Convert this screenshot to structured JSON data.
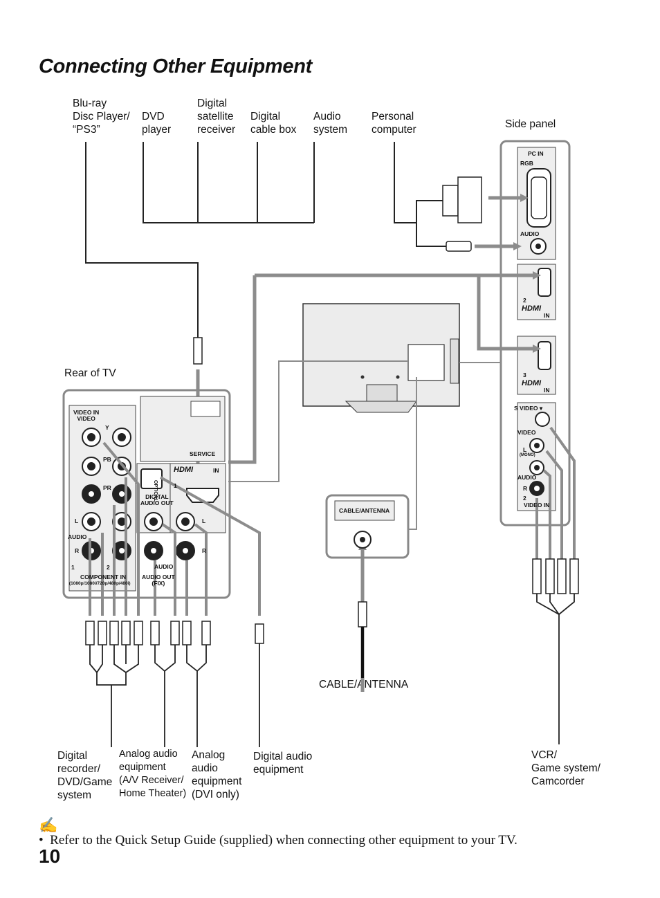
{
  "page": {
    "title": "Connecting Other Equipment",
    "page_number": "10",
    "note": "Refer to the Quick Setup Guide (supplied) when connecting other equipment to your TV.",
    "note_bullet": "•"
  },
  "devices_top": {
    "bluray": "Blu-ray\nDisc Player/\n“PS3”",
    "dvd": "DVD\nplayer",
    "satellite": "Digital\nsatellite\nreceiver",
    "cable_box": "Digital\ncable box",
    "audio_system": "Audio\nsystem",
    "pc": "Personal\ncomputer"
  },
  "devices_bottom": {
    "recorder": "Digital\nrecorder/\nDVD/Game\nsystem",
    "analog_av": "Analog audio\nequipment\n(A/V Receiver/\nHome Theater)",
    "analog_dvi": "Analog\naudio\nequipment\n(DVI only)",
    "digital_audio": "Digital audio\nequipment",
    "vcr": "VCR/\nGame system/\nCamcorder",
    "cable_antenna": "CABLE/ANTENNA"
  },
  "labels": {
    "side_panel": "Side panel",
    "rear_of_tv": "Rear of TV"
  },
  "side_panel": {
    "pc_in": "PC IN",
    "rgb": "RGB",
    "audio": "AUDIO",
    "hdmi2_num": "2",
    "hdmi3_num": "3",
    "hdmi_logo": "HDMI",
    "in": "IN",
    "s_video": "S VIDEO ▾",
    "video": "VIDEO",
    "l": "L",
    "mono": "(MONO)",
    "audio2": "AUDIO",
    "r": "R",
    "video_in_2": "2",
    "video_in": "VIDEO IN"
  },
  "rear_panel": {
    "video_in_hdr": "VIDEO IN\nVIDEO",
    "y": "Y",
    "pb": "PB",
    "pr": "PR",
    "l": "L",
    "audio": "AUDIO",
    "r": "R",
    "one": "1",
    "two": "2",
    "component_in": "COMPONENT IN",
    "component_res": "(1080p/1080i/720p/480p/480i)",
    "service": "SERVICE",
    "hdmi_logo": "HDMI",
    "hdmi_in": "IN",
    "hdmi_num": "1",
    "optical": "OPTICAL",
    "digital_audio_out": "DIGITAL\nAUDIO OUT",
    "audio_out": "AUDIO OUT\n(FIX)",
    "audio_lbl": "AUDIO",
    "l2": "L",
    "r2": "R"
  },
  "cable_panel": {
    "label": "CABLE/ANTENNA"
  }
}
